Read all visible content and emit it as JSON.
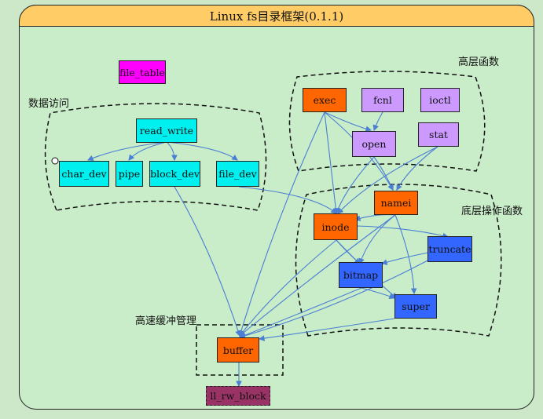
{
  "title": "Linux fs目录框架(0.1.1)",
  "groups": {
    "data_access": "数据访问",
    "high_level": "高层函数",
    "low_level": "底层操作函数",
    "buffer_mgmt": "高速缓冲管理"
  },
  "nodes": {
    "file_table": "file_table",
    "read_write": "read_write",
    "char_dev": "char_dev",
    "pipe": "pipe",
    "block_dev": "block_dev",
    "file_dev": "file_dev",
    "exec": "exec",
    "fcnl": "fcnl",
    "ioctl": "ioctl",
    "open": "open",
    "stat": "stat",
    "namei": "namei",
    "inode": "inode",
    "truncate": "truncate",
    "bitmap": "bitmap",
    "super": "super",
    "buffer": "buffer",
    "ll_rw_block": "ll_rw_block"
  },
  "colors": {
    "background": "#cde8c8",
    "title_bar": "#ffcc66",
    "cyan_nodes": "#00f0f0",
    "orange_nodes": "#ff6600",
    "lavender_nodes": "#cc99ff",
    "blue_nodes": "#3366ff",
    "magenta_node": "#ff00ff",
    "maroon_node": "#993366",
    "edge": "#4a7fd4"
  }
}
